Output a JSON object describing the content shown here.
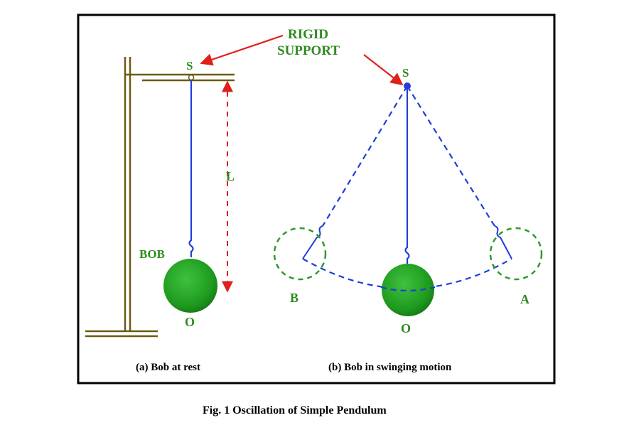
{
  "diagram": {
    "annotation": {
      "line1": "RIGID",
      "line2": "SUPPORT"
    },
    "panel_a": {
      "support_label": "S",
      "length_label": "L",
      "bob_label": "BOB",
      "rest_label": "O",
      "caption": "(a) Bob at rest"
    },
    "panel_b": {
      "support_label": "S",
      "left_label": "B",
      "right_label": "A",
      "rest_label": "O",
      "caption": "(b) Bob in swinging motion"
    },
    "figure_caption": "Fig. 1 Oscillation of Simple Pendulum"
  },
  "colors": {
    "frame": "#000000",
    "stand": "#6b5a14",
    "string": "#1f3fd6",
    "bob": "#1f9a1f",
    "label": "#2e8b1f",
    "arrow": "#e0201a"
  },
  "icons": {
    "arrow": "red-arrow-icon",
    "bob": "green-sphere",
    "pivot": "pivot-dot"
  }
}
